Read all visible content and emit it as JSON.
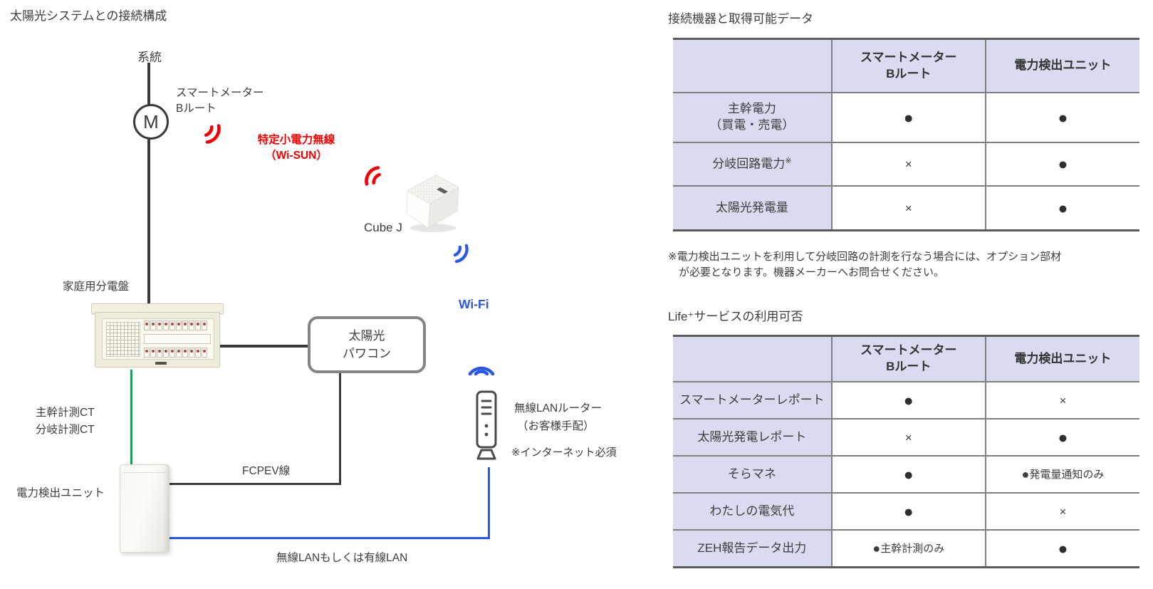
{
  "diagram": {
    "title": "太陽光システムとの接続構成",
    "grid_label": "系統",
    "meter_label": "M",
    "smart_meter_line1": "スマートメーター",
    "smart_meter_line2": "Bルート",
    "wisun_line1": "特定小電力無線",
    "wisun_line2": "（Wi-SUN）",
    "cube_label": "Cube J",
    "wifi_label": "Wi-Fi",
    "board_label": "家庭用分電盤",
    "pawakon_line1": "太陽光",
    "pawakon_line2": "パワコン",
    "ct_line1": "主幹計測CT",
    "ct_line2": "分岐計測CT",
    "unit_label": "電力検出ユニット",
    "fcpev_label": "FCPEV線",
    "router_line1": "無線LANルーター",
    "router_line2": "（お客様手配）",
    "router_note": "※インターネット必須",
    "lan_label": "無線LANもしくは有線LAN",
    "colors": {
      "wave_red": "#f40000",
      "wave_blue": "#2b57e3",
      "ct_green": "#00ad4d",
      "line_black": "#3a3a3a",
      "box_border_gray": "#848484"
    }
  },
  "table1": {
    "title": "接続機器と取得可能データ",
    "header_col2_line1": "スマートメーター",
    "header_col2_line2": "Bルート",
    "header_col3": "電力検出ユニット",
    "rows": [
      {
        "label_line1": "主幹電力",
        "label_line2": "（買電・売電）",
        "label_sup": "",
        "smart_meter": "●",
        "detect_unit": "●"
      },
      {
        "label_line1": "分岐回路電力",
        "label_line2": "",
        "label_sup": "※",
        "smart_meter": "×",
        "detect_unit": "●"
      },
      {
        "label_line1": "太陽光発電量",
        "label_line2": "",
        "label_sup": "",
        "smart_meter": "×",
        "detect_unit": "●"
      }
    ],
    "note_line1": "※電力検出ユニットを利用して分岐回路の計測を行なう場合には、オプション部材",
    "note_line2": "が必要となります。機器メーカーへお問合せください。"
  },
  "table2": {
    "title": "Life⁺サービスの利用可否",
    "header_col2_line1": "スマートメーター",
    "header_col2_line2": "Bルート",
    "header_col3": "電力検出ユニット",
    "rows": [
      {
        "label": "スマートメーターレポート",
        "smart_meter": "●",
        "detect_unit": "×"
      },
      {
        "label": "太陽光発電レポート",
        "smart_meter": "×",
        "detect_unit": "●"
      },
      {
        "label": "そらマネ",
        "smart_meter": "●",
        "detect_unit_dot": "●",
        "detect_unit_text": "発電量通知のみ"
      },
      {
        "label": "わたしの電気代",
        "smart_meter": "●",
        "detect_unit": "×"
      },
      {
        "label": "ZEH報告データ出力",
        "smart_meter_dot": "●",
        "smart_meter_text": "主幹計測のみ",
        "detect_unit": "●"
      }
    ],
    "table_style": {
      "header_bg": "#d9dcf1",
      "border": "#7f7f7f",
      "outer_border": "#5a5a5a"
    }
  }
}
